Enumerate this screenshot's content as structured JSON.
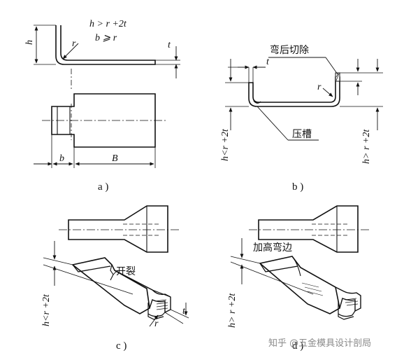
{
  "panels": {
    "a": {
      "caption": "a )",
      "cond1": "h > r +2t",
      "cond2": "b  ⩾ r",
      "h": "h",
      "r": "r",
      "t": "t",
      "b": "b",
      "B": "B"
    },
    "b": {
      "caption": "b )",
      "t": "t",
      "r": "r",
      "note_cut": "弯后切除",
      "note_groove": "压槽",
      "h_left": "h<r +2t",
      "h_right": "h> r +2t"
    },
    "c": {
      "caption": "c )",
      "note_split": "开裂",
      "h": "h<r +2t",
      "r": "r",
      "t": "t"
    },
    "d": {
      "caption": "d )",
      "note_raise": "加高弯边",
      "h": "h> r +2t"
    }
  },
  "watermark": "知乎 @五金模具设计剖局"
}
